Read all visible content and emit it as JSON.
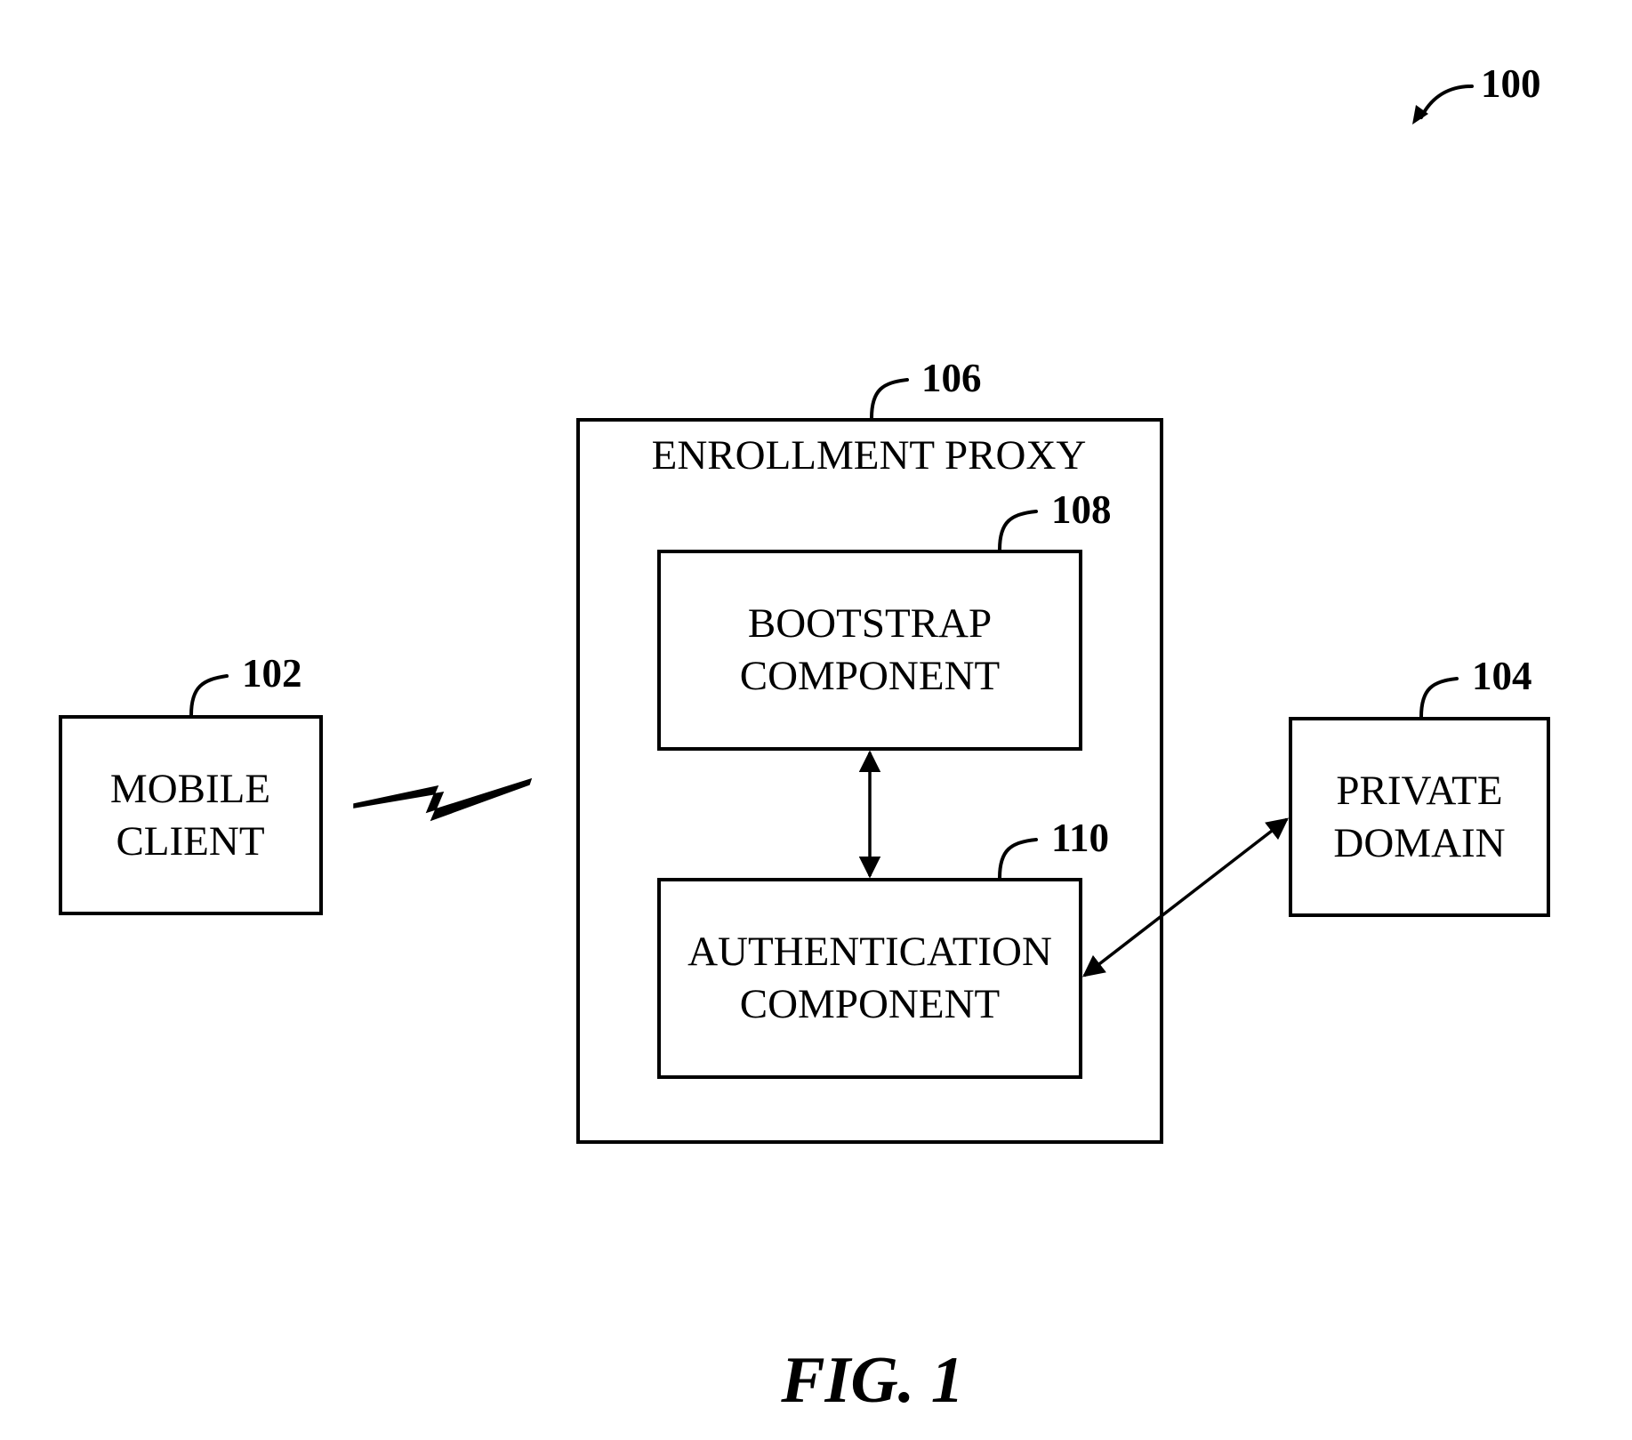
{
  "figure": {
    "ref": "100",
    "caption": "FIG. 1"
  },
  "nodes": {
    "mobile_client": {
      "ref": "102",
      "line1": "MOBILE",
      "line2": "CLIENT"
    },
    "private_domain": {
      "ref": "104",
      "line1": "PRIVATE",
      "line2": "DOMAIN"
    },
    "enrollment_proxy": {
      "ref": "106",
      "label": "ENROLLMENT PROXY"
    },
    "bootstrap_component": {
      "ref": "108",
      "line1": "BOOTSTRAP",
      "line2": "COMPONENT"
    },
    "authentication_component": {
      "ref": "110",
      "line1": "AUTHENTICATION",
      "line2": "COMPONENT"
    }
  },
  "connections": [
    {
      "from": "mobile_client",
      "to": "enrollment_proxy",
      "style": "wireless-lightning"
    },
    {
      "from": "bootstrap_component",
      "to": "authentication_component",
      "style": "double-arrow"
    },
    {
      "from": "authentication_component",
      "to": "private_domain",
      "style": "double-arrow"
    }
  ],
  "colors": {
    "ink": "#000000",
    "background": "#ffffff"
  }
}
